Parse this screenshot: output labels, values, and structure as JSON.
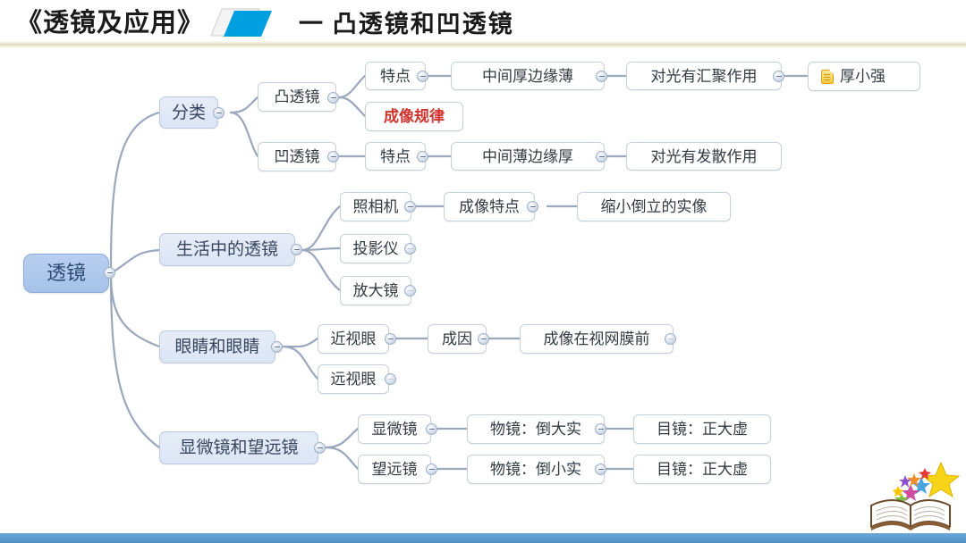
{
  "header": {
    "title": "《透镜及应用》",
    "icon": "parallelogram-slide-icon",
    "subtitle": "一 凸透镜和凹透镜",
    "icon_color_front": "#00a0e0",
    "icon_color_back": "#f2f2f2"
  },
  "theme": {
    "page_background": "#ffffff",
    "root_fill": "#aec6e8",
    "level1_fill": "#dce6f4",
    "node_border": "#c9cfd9",
    "connector": "#9aa7bd",
    "accent_red": "#d1332e",
    "bottom_bar": "#5b9bd5",
    "header_rule": "#d9d9c2"
  },
  "mindmap": {
    "root": {
      "label": "透镜",
      "collapsible": true
    },
    "branches": [
      {
        "label": "分类",
        "collapsible": true,
        "children": [
          {
            "label": "凸透镜",
            "collapsible": true,
            "children": [
              {
                "label": "特点",
                "collapsible": true,
                "children": [
                  {
                    "label": "中间厚边缘薄",
                    "collapsible": true,
                    "children": [
                      {
                        "label": "对光有汇聚作用",
                        "collapsible": true,
                        "children": [
                          {
                            "label": "厚小强",
                            "icon": "note-icon",
                            "collapsible": false
                          }
                        ]
                      }
                    ]
                  }
                ]
              },
              {
                "label": "成像规律",
                "highlight": "red",
                "collapsible": false
              }
            ]
          },
          {
            "label": "凹透镜",
            "collapsible": true,
            "children": [
              {
                "label": "特点",
                "collapsible": true,
                "children": [
                  {
                    "label": "中间薄边缘厚",
                    "collapsible": true,
                    "children": [
                      {
                        "label": "对光有发散作用",
                        "collapsible": false
                      }
                    ]
                  }
                ]
              }
            ]
          }
        ]
      },
      {
        "label": "生活中的透镜",
        "collapsible": true,
        "children": [
          {
            "label": "照相机",
            "collapsible": true,
            "children": [
              {
                "label": "成像特点",
                "collapsible": true,
                "children": [
                  {
                    "label": "缩小倒立的实像",
                    "collapsible": false
                  }
                ]
              }
            ]
          },
          {
            "label": "投影仪",
            "collapsible": true,
            "collapsed": true
          },
          {
            "label": "放大镜",
            "collapsible": true,
            "collapsed": true
          }
        ]
      },
      {
        "label": "眼睛和眼睛",
        "collapsible": true,
        "children": [
          {
            "label": "近视眼",
            "collapsible": true,
            "children": [
              {
                "label": "成因",
                "collapsible": true,
                "children": [
                  {
                    "label": "成像在视网膜前",
                    "collapsible": true,
                    "collapsed": true
                  }
                ]
              }
            ]
          },
          {
            "label": "远视眼",
            "collapsible": true,
            "collapsed": true
          }
        ]
      },
      {
        "label": "显微镜和望远镜",
        "collapsible": true,
        "children": [
          {
            "label": "显微镜",
            "collapsible": true,
            "children": [
              {
                "label": "物镜：倒大实",
                "collapsible": true,
                "children": [
                  {
                    "label": "目镜：正大虚",
                    "collapsible": false
                  }
                ]
              }
            ]
          },
          {
            "label": "望远镜",
            "collapsible": true,
            "children": [
              {
                "label": "物镜：倒小实",
                "collapsible": true,
                "children": [
                  {
                    "label": "目镜：正大虚",
                    "collapsible": false
                  }
                ]
              }
            ]
          }
        ]
      }
    ]
  },
  "decoration": {
    "name": "open-book-with-stars"
  },
  "nodes_flat": {
    "root": "透镜",
    "n_fenlei": "分类",
    "n_tutou": "凸透镜",
    "n_tedian1": "特点",
    "n_houbo1": "中间厚边缘薄",
    "n_huiju": "对光有汇聚作用",
    "n_houxiaoqiang": "厚小强",
    "n_chengxiang": "成像规律",
    "n_autou": "凹透镜",
    "n_tedian2": "特点",
    "n_bohou": "中间薄边缘厚",
    "n_fasan": "对光有发散作用",
    "n_shenghuo": "生活中的透镜",
    "n_zhaoxiangji": "照相机",
    "n_chengxiangtd": "成像特点",
    "n_suoxiao": "缩小倒立的实像",
    "n_touyingyi": "投影仪",
    "n_fangdajing": "放大镜",
    "n_yanjing": "眼睛和眼睛",
    "n_jinshi": "近视眼",
    "n_chengyin": "成因",
    "n_shiwangmo": "成像在视网膜前",
    "n_yuanshi": "远视眼",
    "n_xianwang": "显微镜和望远镜",
    "n_xianweijing": "显微镜",
    "n_wujing1": "物镜：倒大实",
    "n_mujing1": "目镜：正大虚",
    "n_wangyuanjing": "望远镜",
    "n_wujing2": "物镜：倒小实",
    "n_mujing2": "目镜：正大虚"
  }
}
